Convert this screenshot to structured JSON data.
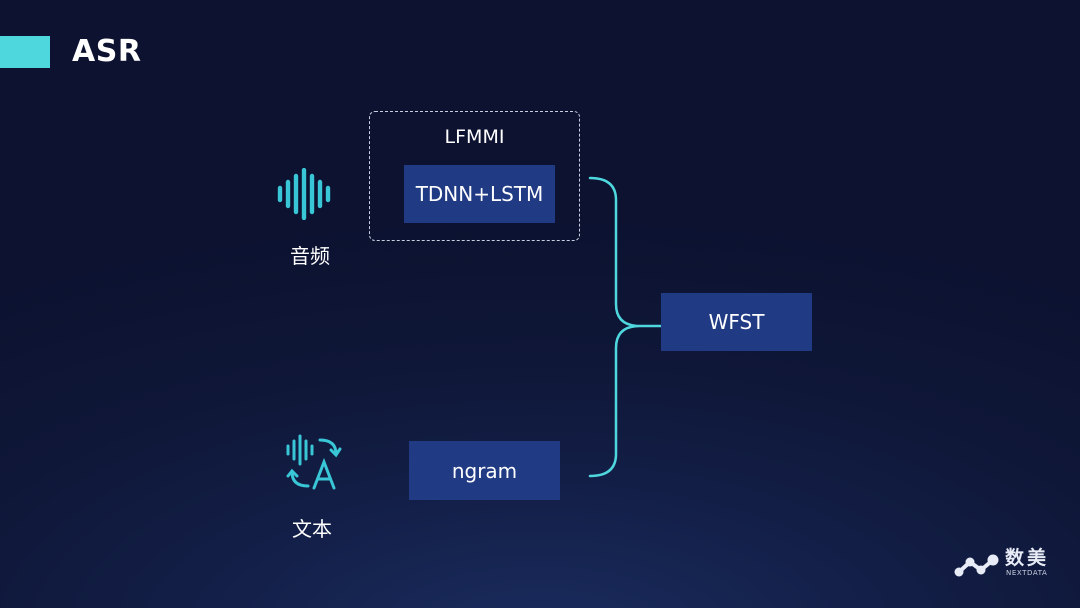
{
  "header": {
    "title": "ASR",
    "accent_color": "#4fd7de"
  },
  "diagram": {
    "group": {
      "label": "LFMMI",
      "model_box": "TDNN+LSTM"
    },
    "language_model_box": "ngram",
    "decoder_box": "WFST",
    "inputs": {
      "audio": {
        "label": "音频",
        "icon": "audio-waveform-icon"
      },
      "text": {
        "label": "文本",
        "icon": "speech-to-text-icon"
      }
    },
    "colors": {
      "box_fill": "#203a84",
      "connector": "#4fd7de",
      "icon": "#39c6d6"
    }
  },
  "logo": {
    "chinese": "数美",
    "english": "NEXTDATA"
  }
}
